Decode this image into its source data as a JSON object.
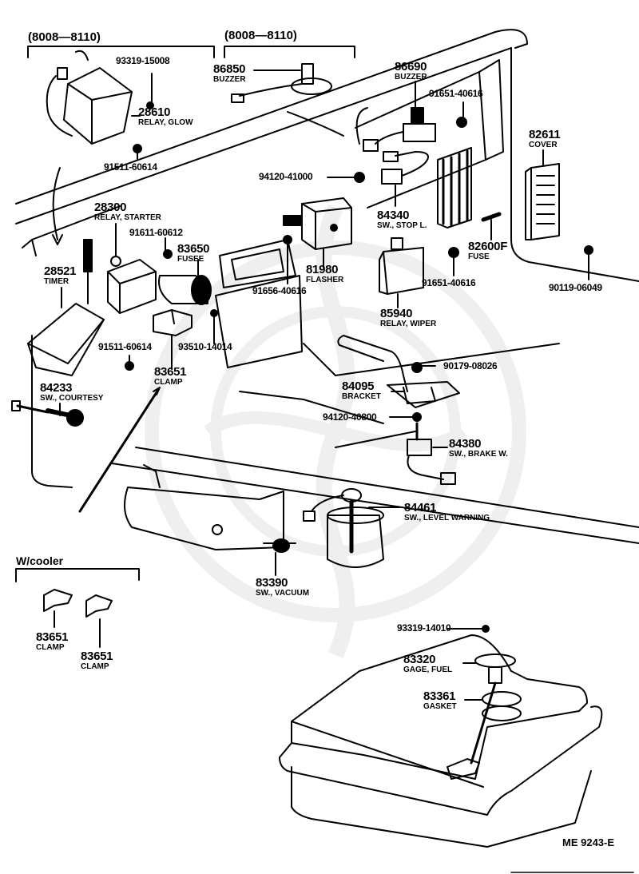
{
  "diagram": {
    "title_code": "ME 9243-E",
    "groups": [
      {
        "id": "g1",
        "label": "(8008—8110)"
      },
      {
        "id": "g2",
        "label": "(8008—8110)"
      },
      {
        "id": "g3",
        "label": "W/cooler"
      }
    ],
    "parts": [
      {
        "number": "93319-15008",
        "name": ""
      },
      {
        "number": "28610",
        "name": "RELAY, GLOW"
      },
      {
        "number": "91511-60614",
        "name": ""
      },
      {
        "number": "86850",
        "name": "BUZZER"
      },
      {
        "number": "86690",
        "name": "BUZZER"
      },
      {
        "number": "91651-40616",
        "name": ""
      },
      {
        "number": "82611",
        "name": "COVER"
      },
      {
        "number": "94120-41000",
        "name": ""
      },
      {
        "number": "84340",
        "name": "SW., STOP L."
      },
      {
        "number": "82600F",
        "name": "FUSE"
      },
      {
        "number": "90119-06049",
        "name": ""
      },
      {
        "number": "28300",
        "name": "RELAY, STARTER"
      },
      {
        "number": "91611-60612",
        "name": ""
      },
      {
        "number": "83650",
        "name": "FUSEE"
      },
      {
        "number": "28521",
        "name": "TIMER"
      },
      {
        "number": "81980",
        "name": "FLASHER"
      },
      {
        "number": "91656-40616",
        "name": ""
      },
      {
        "number": "91651-40616",
        "name": ""
      },
      {
        "number": "85940",
        "name": "RELAY, WIPER"
      },
      {
        "number": "91511-60614",
        "name": ""
      },
      {
        "number": "93510-14014",
        "name": ""
      },
      {
        "number": "83651",
        "name": "CLAMP"
      },
      {
        "number": "90179-08026",
        "name": ""
      },
      {
        "number": "84095",
        "name": "BRACKET"
      },
      {
        "number": "84233",
        "name": "SW., COURTESY"
      },
      {
        "number": "94120-40800",
        "name": ""
      },
      {
        "number": "84380",
        "name": "SW., BRAKE W."
      },
      {
        "number": "84461",
        "name": "SW., LEVEL WARNING"
      },
      {
        "number": "83390",
        "name": "SW., VACUUM"
      },
      {
        "number": "83651",
        "name": "CLAMP"
      },
      {
        "number": "83651",
        "name": "CLAMP"
      },
      {
        "number": "93319-14010",
        "name": ""
      },
      {
        "number": "83320",
        "name": "GAGE, FUEL"
      },
      {
        "number": "83361",
        "name": "GASKET"
      }
    ]
  }
}
